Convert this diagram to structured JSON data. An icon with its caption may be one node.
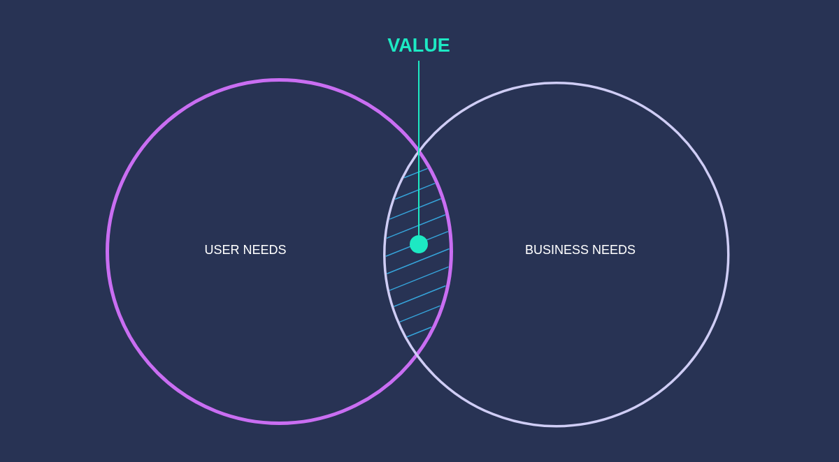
{
  "diagram": {
    "nodes": [
      {
        "text": [
          "VALUE"
        ]
      },
      {
        "text": [
          "USER NEEDS"
        ]
      },
      {
        "text": [
          "BUSINESS NEEDS"
        ]
      },
      {
        "text": [],
        "shape": "circle"
      }
    ],
    "edges": [
      {
        "from": 0,
        "to": 3,
        "arrow": "none"
      }
    ]
  }
}
